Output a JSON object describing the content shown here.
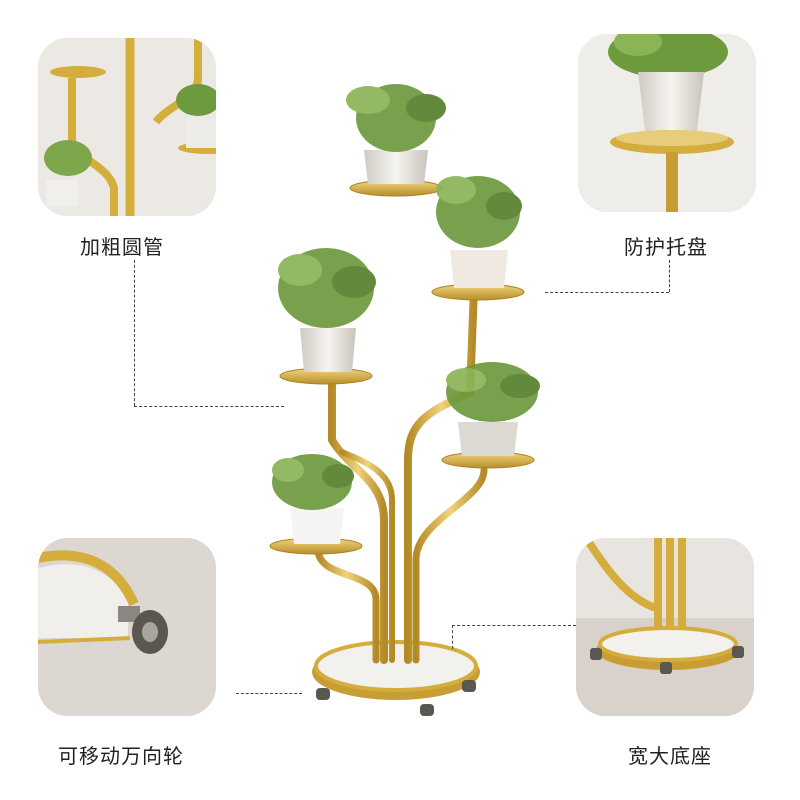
{
  "features": {
    "thick_tube": {
      "label": "加粗圆管",
      "icon": "thick-tube-closeup"
    },
    "tray": {
      "label": "防护托盘",
      "icon": "protective-tray-closeup"
    },
    "wheels": {
      "label": "可移动万向轮",
      "icon": "caster-wheel-closeup"
    },
    "base": {
      "label": "宽大底座",
      "icon": "wide-base-closeup"
    }
  },
  "product": {
    "name": "gold-plant-stand",
    "tray_count": 5
  },
  "colors": {
    "gold": "#d4ad3c",
    "gold_dark": "#a98320",
    "marble": "#f3f1ee",
    "leaf": "#6e9a3e",
    "background": "#ffffff"
  }
}
